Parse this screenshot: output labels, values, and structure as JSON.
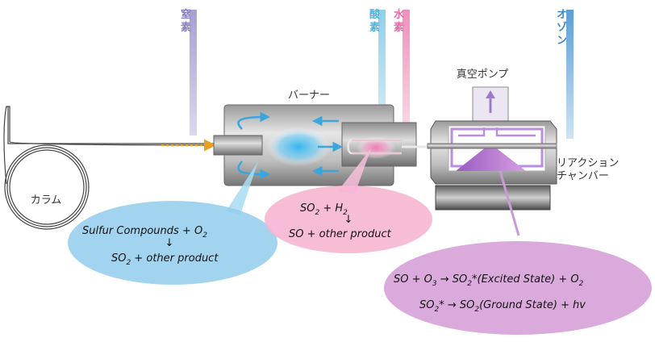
{
  "gas_labels": {
    "nitrogen": "窒素",
    "oxygen": "酸素",
    "hydrogen": "水素",
    "ozone": "オゾン"
  },
  "component_labels": {
    "column": "カラム",
    "burner": "バーナー",
    "vacuum_pump": "真空ポンプ",
    "reaction_chamber_line1": "リアクション",
    "reaction_chamber_line2": "チャンバー"
  },
  "reaction_burner": {
    "line1_text": "Sulfur Compounds  +  O",
    "line1_sub": "2",
    "arrow": "↓",
    "line2_a": "SO",
    "line2_sub": "2",
    "line2_b": "  +  other product"
  },
  "reaction_reducer": {
    "line1_a": "SO",
    "line1_sub": "2",
    "line1_b": "  +   H",
    "line1_sub2": "2",
    "arrow": "↓",
    "line2": "SO    +    other product"
  },
  "reaction_chamber": {
    "line1_a": "SO   +   O",
    "line1_sub": "3",
    "line1_arrow": "  →  SO",
    "line1_sub2": "2",
    "line1_b": "*(Excited State)   +   O",
    "line1_sub3": "2",
    "line2_a": "SO",
    "line2_sub": "2",
    "line2_b": "*   →  SO",
    "line2_sub2": "2",
    "line2_c": "(Ground State)   +   hv"
  },
  "colors": {
    "nitrogen": "#a99fd0",
    "oxygen": "#a8d8ec",
    "hydrogen": "#ef9fc4",
    "ozone": "#7ab0db",
    "flow_arrow": "#3aa6dc",
    "burner_bubble": "#93cdec",
    "reducer_bubble": "#f6b6d2",
    "chamber_bubble": "#d7a1d8"
  }
}
